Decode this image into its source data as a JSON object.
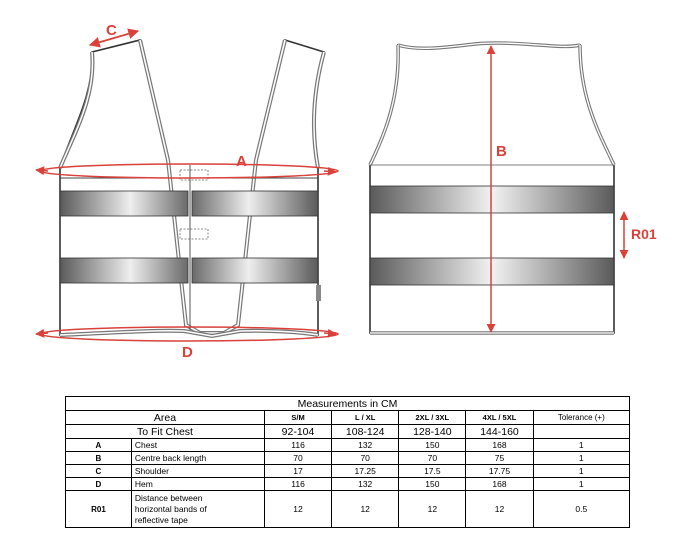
{
  "labels": {
    "c": "C",
    "a": "A",
    "d": "D",
    "b": "B",
    "r01": "R01"
  },
  "colors": {
    "annotation": "#d9413a",
    "band_dark": "#555555",
    "band_light": "#f0f0f0",
    "outline": "#333333"
  },
  "table": {
    "title": "Measurements in CM",
    "area_header": "Area",
    "sizes": [
      "S/M",
      "L / XL",
      "2XL / 3XL",
      "4XL / 5XL"
    ],
    "tolerance_header": "Tolerance (+)",
    "fit_chest_label": "To Fit Chest",
    "fit_chest_values": [
      "92-104",
      "108-124",
      "128-140",
      "144-160"
    ],
    "rows": [
      {
        "code": "A",
        "area": "Chest",
        "values": [
          "116",
          "132",
          "150",
          "168"
        ],
        "tolerance": "1"
      },
      {
        "code": "B",
        "area": "Centre back length",
        "values": [
          "70",
          "70",
          "70",
          "75"
        ],
        "tolerance": "1"
      },
      {
        "code": "C",
        "area": "Shoulder",
        "values": [
          "17",
          "17.25",
          "17.5",
          "17.75"
        ],
        "tolerance": "1"
      },
      {
        "code": "D",
        "area": "Hem",
        "values": [
          "116",
          "132",
          "150",
          "168"
        ],
        "tolerance": "1"
      },
      {
        "code": "R01",
        "area_lines": [
          "Distance between",
          "horizontal bands of",
          "reflective tape"
        ],
        "values": [
          "12",
          "12",
          "12",
          "12"
        ],
        "tolerance": "0.5"
      }
    ]
  }
}
